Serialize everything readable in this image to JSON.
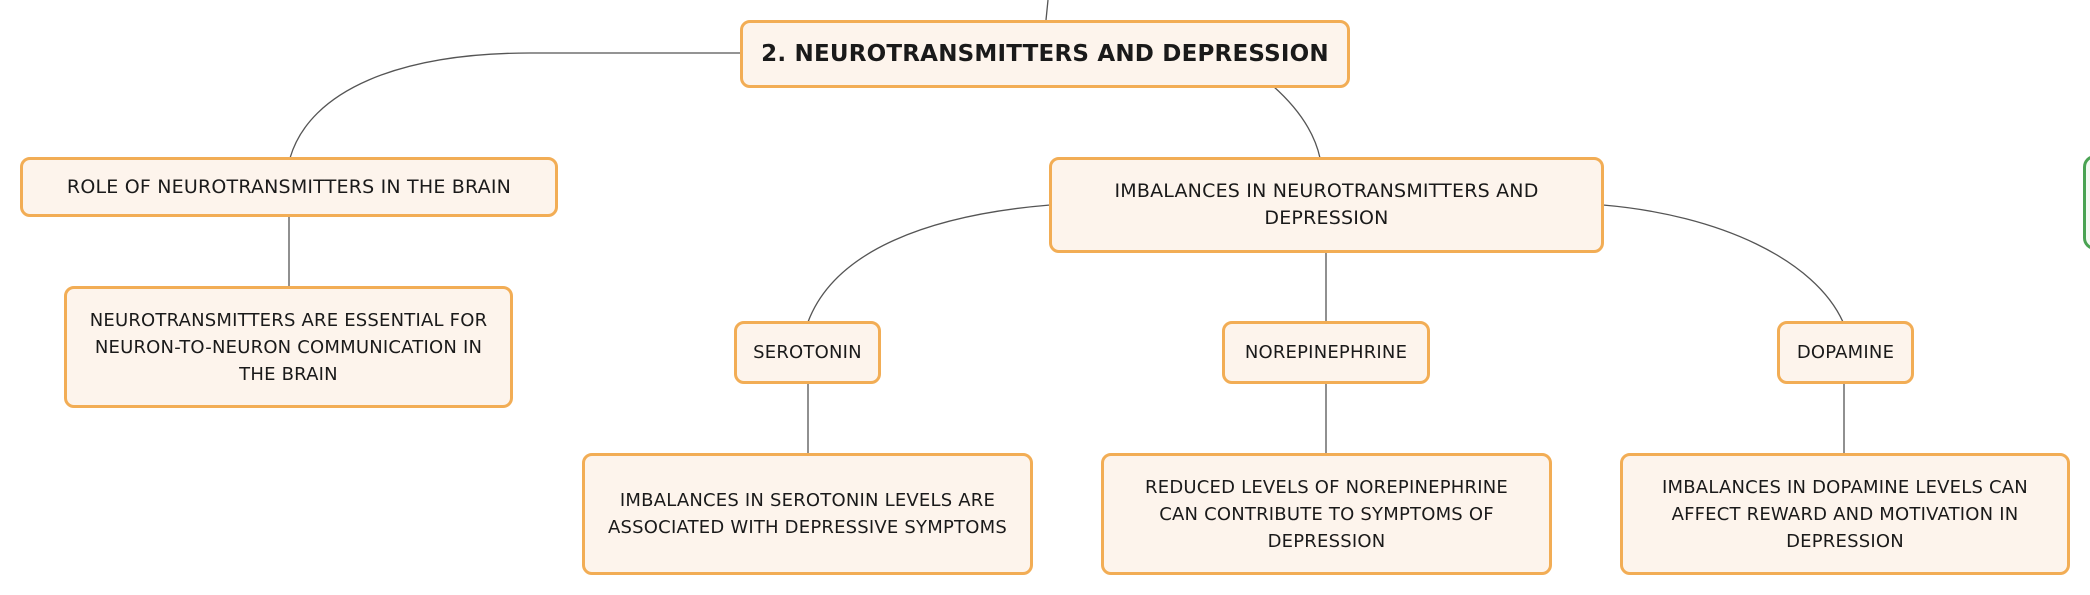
{
  "nodes": {
    "root": "2. NEUROTRANSMITTERS AND DEPRESSION",
    "role": "ROLE OF NEUROTRANSMITTERS IN THE BRAIN",
    "role_detail": "NEUROTRANSMITTERS ARE ESSENTIAL FOR NEURON-TO-NEURON COMMUNICATION IN THE BRAIN",
    "imbalances": "IMBALANCES IN NEUROTRANSMITTERS AND DEPRESSION",
    "serotonin": "SEROTONIN",
    "norepinephrine": "NOREPINEPHRINE",
    "dopamine": "DOPAMINE",
    "serotonin_detail": "IMBALANCES IN SEROTONIN LEVELS ARE ASSOCIATED WITH DEPRESSIVE SYMPTOMS",
    "norepinephrine_detail": "REDUCED LEVELS OF NOREPINEPHRINE CAN CONTRIBUTE TO SYMPTOMS OF DEPRESSION",
    "dopamine_detail": "IMBALANCES IN DOPAMINE LEVELS CAN AFFECT REWARD AND MOTIVATION IN DEPRESSION"
  },
  "colors": {
    "node_fill": "#fdf4ec",
    "node_border": "#f2ad55",
    "connector": "#555555",
    "offscreen_node_border": "#4aa353"
  }
}
